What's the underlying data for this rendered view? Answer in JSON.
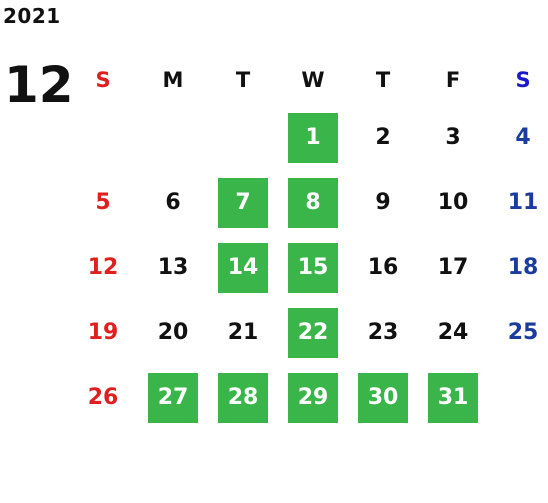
{
  "year": "2021",
  "month": "12",
  "weekdays": [
    "S",
    "M",
    "T",
    "W",
    "T",
    "F",
    "S"
  ],
  "colors": {
    "sunday": "#e02020",
    "saturday": "#1a3c9e",
    "highlight": "#3ab54a"
  },
  "weeks": [
    [
      {
        "day": "",
        "highlight": false
      },
      {
        "day": "",
        "highlight": false
      },
      {
        "day": "",
        "highlight": false
      },
      {
        "day": "1",
        "highlight": true
      },
      {
        "day": "2",
        "highlight": false
      },
      {
        "day": "3",
        "highlight": false
      },
      {
        "day": "4",
        "highlight": false
      }
    ],
    [
      {
        "day": "5",
        "highlight": false
      },
      {
        "day": "6",
        "highlight": false
      },
      {
        "day": "7",
        "highlight": true
      },
      {
        "day": "8",
        "highlight": true
      },
      {
        "day": "9",
        "highlight": false
      },
      {
        "day": "10",
        "highlight": false
      },
      {
        "day": "11",
        "highlight": false
      }
    ],
    [
      {
        "day": "12",
        "highlight": false
      },
      {
        "day": "13",
        "highlight": false
      },
      {
        "day": "14",
        "highlight": true
      },
      {
        "day": "15",
        "highlight": true
      },
      {
        "day": "16",
        "highlight": false
      },
      {
        "day": "17",
        "highlight": false
      },
      {
        "day": "18",
        "highlight": false
      }
    ],
    [
      {
        "day": "19",
        "highlight": false
      },
      {
        "day": "20",
        "highlight": false
      },
      {
        "day": "21",
        "highlight": false
      },
      {
        "day": "22",
        "highlight": true
      },
      {
        "day": "23",
        "highlight": false
      },
      {
        "day": "24",
        "highlight": false
      },
      {
        "day": "25",
        "highlight": false
      }
    ],
    [
      {
        "day": "26",
        "highlight": false
      },
      {
        "day": "27",
        "highlight": true
      },
      {
        "day": "28",
        "highlight": true
      },
      {
        "day": "29",
        "highlight": true
      },
      {
        "day": "30",
        "highlight": true
      },
      {
        "day": "31",
        "highlight": true
      },
      {
        "day": "",
        "highlight": false
      }
    ]
  ]
}
